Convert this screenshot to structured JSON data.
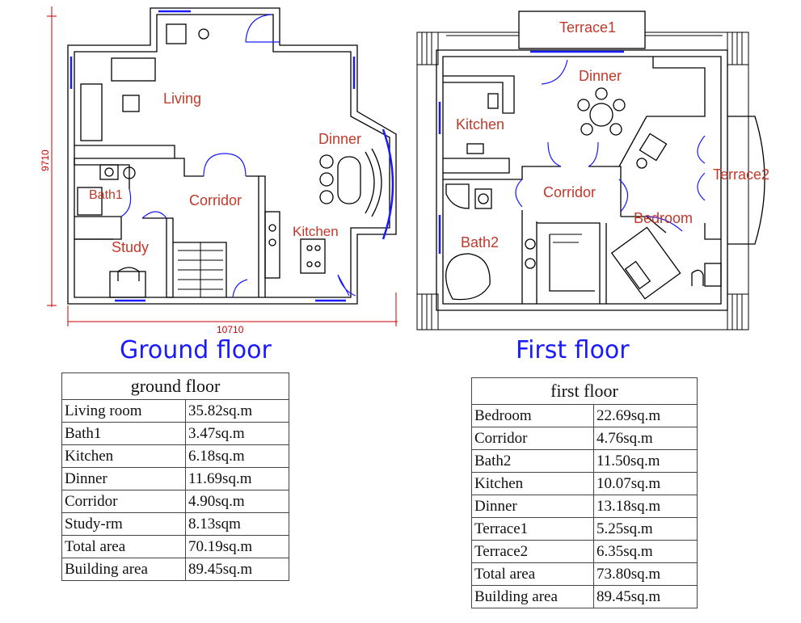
{
  "ground_plan": {
    "rooms": [
      "Living",
      "Dinner",
      "Bath1",
      "Corridor",
      "Kitchen",
      "Study"
    ],
    "dim_width": "10710",
    "dim_height": "9710",
    "caption": "Ground floor"
  },
  "first_plan": {
    "rooms": [
      "Terrace1",
      "Dinner",
      "Kitchen",
      "Corridor",
      "Terrace2",
      "Bedroom",
      "Bath2"
    ],
    "caption": "First floor"
  },
  "ground_table": {
    "title": "ground floor",
    "rows": [
      [
        "Living room",
        "35.82sq.m"
      ],
      [
        "Bath1",
        "3.47sq.m"
      ],
      [
        "Kitchen",
        "6.18sq.m"
      ],
      [
        "Dinner",
        "11.69sq.m"
      ],
      [
        "Corridor",
        "4.90sq.m"
      ],
      [
        "Study-rm",
        "8.13sqm"
      ],
      [
        "Total area",
        "70.19sq.m"
      ],
      [
        "Building area",
        "89.45sq.m"
      ]
    ]
  },
  "first_table": {
    "title": "first floor",
    "rows": [
      [
        "Bedroom",
        "22.69sq.m"
      ],
      [
        "Corridor",
        "4.76sq.m"
      ],
      [
        "Bath2",
        "11.50sq.m"
      ],
      [
        "Kitchen",
        "10.07sq.m"
      ],
      [
        "Dinner",
        "13.18sq.m"
      ],
      [
        "Terrace1",
        "5.25sq.m"
      ],
      [
        "Terrace2",
        "6.35sq.m"
      ],
      [
        "Total area",
        "73.80sq.m"
      ],
      [
        "Building area",
        "89.45sq.m"
      ]
    ]
  },
  "colors": {
    "label": "#c0392b",
    "window": "#1a1aff",
    "dimension": "#cc0000",
    "wall": "#000000"
  }
}
